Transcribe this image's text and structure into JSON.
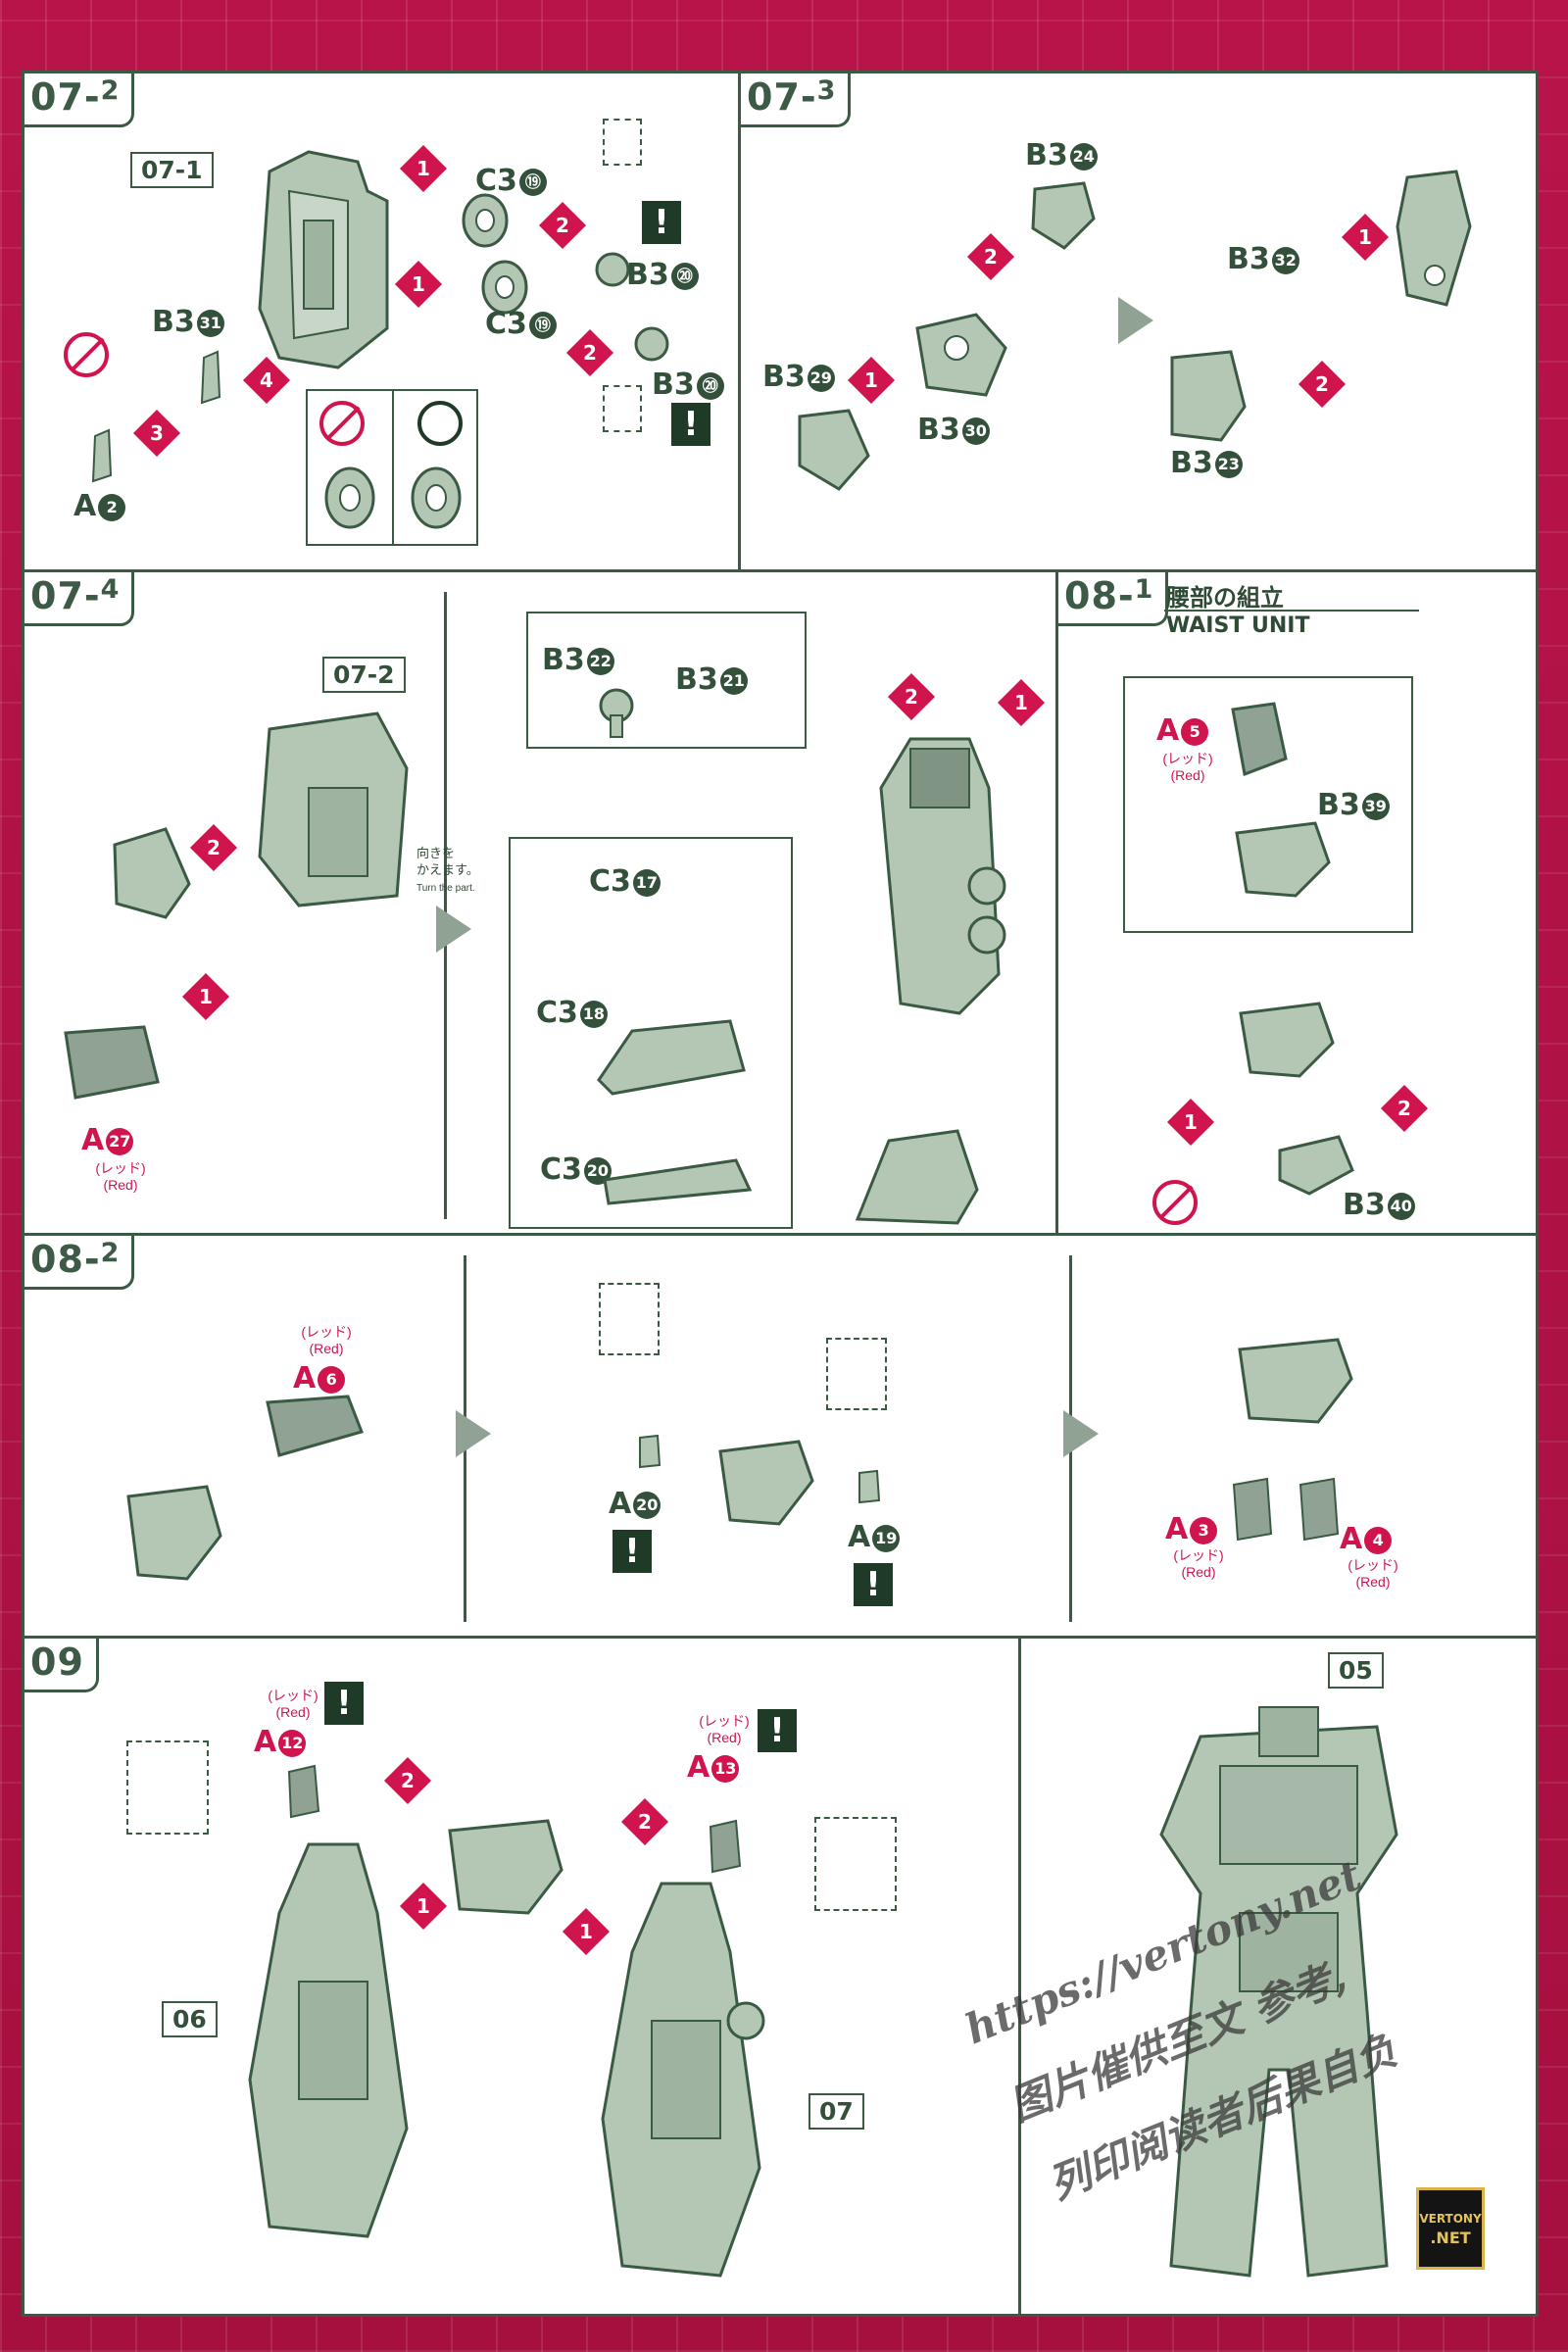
{
  "colors": {
    "accent": "#d0154e",
    "ink": "#3b5a43",
    "part": "#b4c7b5"
  },
  "steps": {
    "s07_2": {
      "num": "07",
      "sub": "2"
    },
    "s07_3": {
      "num": "07",
      "sub": "3"
    },
    "s07_4": {
      "num": "07",
      "sub": "4"
    },
    "s08_1": {
      "num": "08",
      "sub": "1",
      "title_jp": "腰部の組立",
      "title_en": "WAIST UNIT"
    },
    "s08_2": {
      "num": "08",
      "sub": "2"
    },
    "s09": {
      "num": "09"
    }
  },
  "p072": {
    "callout": "07-1",
    "c3_19a": "C3",
    "c3_19a_n": "⑲",
    "c3_19b": "C3",
    "c3_19b_n": "⑲",
    "b3_20a": "B3",
    "b3_20a_n": "⑳",
    "b3_20b": "B3",
    "b3_20b_n": "⑳",
    "b3_31": "B3",
    "b3_31_n": "31",
    "a2": "A",
    "a2_n": "2",
    "seq": [
      "1",
      "1",
      "2",
      "2",
      "3",
      "4"
    ],
    "warn": "!",
    "ok_mark": "○"
  },
  "p073": {
    "b3_24": "B3",
    "b3_24_n": "24",
    "b3_29": "B3",
    "b3_29_n": "29",
    "b3_30": "B3",
    "b3_30_n": "30",
    "b3_32": "B3",
    "b3_32_n": "32",
    "b3_23": "B3",
    "b3_23_n": "23",
    "seq": [
      "1",
      "2",
      "1",
      "2"
    ]
  },
  "p074": {
    "callout": "07-2",
    "a27": "A",
    "a27_n": "27",
    "red_jp": "(レッド)",
    "red_en": "(Red)",
    "turn_jp": "向きを\nかえます。",
    "turn_en": "Turn the part.",
    "b3_22": "B3",
    "b3_22_n": "22",
    "b3_21": "B3",
    "b3_21_n": "21",
    "c3_17": "C3",
    "c3_17_n": "17",
    "c3_18": "C3",
    "c3_18_n": "18",
    "c3_20": "C3",
    "c3_20_n": "20",
    "seq": [
      "1",
      "2",
      "1",
      "2"
    ]
  },
  "p081": {
    "a5": "A",
    "a5_n": "5",
    "b3_39": "B3",
    "b3_39_n": "39",
    "b3_40": "B3",
    "b3_40_n": "40",
    "seq": [
      "1",
      "2"
    ]
  },
  "p082": {
    "a6": "A",
    "a6_n": "6",
    "a20": "A",
    "a20_n": "20",
    "a19": "A",
    "a19_n": "19",
    "a3": "A",
    "a3_n": "3",
    "a4": "A",
    "a4_n": "4"
  },
  "p09": {
    "a12": "A",
    "a12_n": "12",
    "a13": "A",
    "a13_n": "13",
    "callout_06": "06",
    "callout_07": "07",
    "callout_05": "05",
    "seq": [
      "2",
      "2",
      "1",
      "1"
    ]
  },
  "watermark": {
    "line1": "https://vertony.net",
    "line2": "图片催供至文 参考,",
    "line3": "列印阅读者后果自负"
  },
  "badge": {
    "text1": "VERTONY",
    "text2": ".NET"
  }
}
